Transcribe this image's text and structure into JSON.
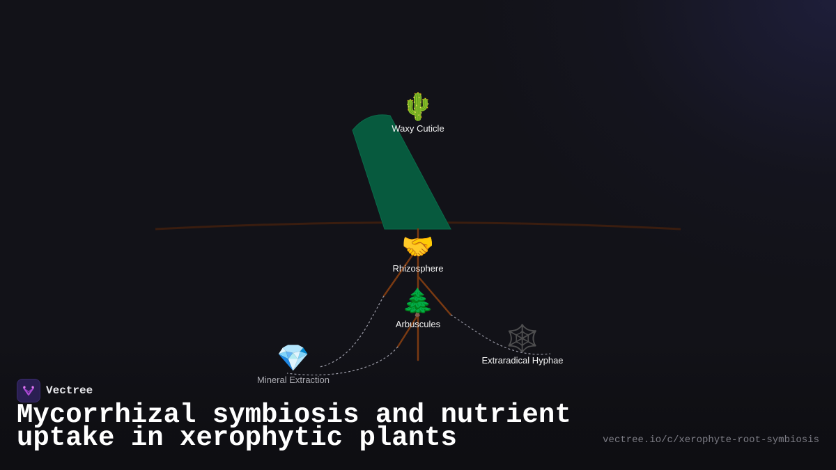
{
  "colors": {
    "background": "#121218",
    "leaf": "#075a3e",
    "ground": "#3a1d0f",
    "root": "#7a3a12",
    "connector": "#9c9ca8",
    "text": "#ffffff",
    "muted": "#7d7d86"
  },
  "nodes": [
    {
      "id": "waxy-cuticle",
      "icon": "cactus-icon",
      "emoji": "🌵",
      "label": "Waxy Cuticle"
    },
    {
      "id": "rhizosphere",
      "icon": "handshake-icon",
      "emoji": "🤝",
      "label": "Rhizosphere"
    },
    {
      "id": "arbuscules",
      "icon": "evergreen-tree-icon",
      "emoji": "🌲",
      "label": "Arbuscules"
    },
    {
      "id": "extraradical-hyphae",
      "icon": "spider-web-icon",
      "emoji": "🕸️",
      "label": "Extraradical Hyphae"
    },
    {
      "id": "mineral-extraction",
      "icon": "gem-icon",
      "emoji": "💎",
      "label": "Mineral Extraction"
    }
  ],
  "brand": {
    "name": "Vectree",
    "logo_icon": "vectree-logo-icon"
  },
  "title": "Mycorrhizal symbiosis and nutrient uptake in xerophytic plants",
  "url": "vectree.io/c/xerophyte-root-symbiosis"
}
